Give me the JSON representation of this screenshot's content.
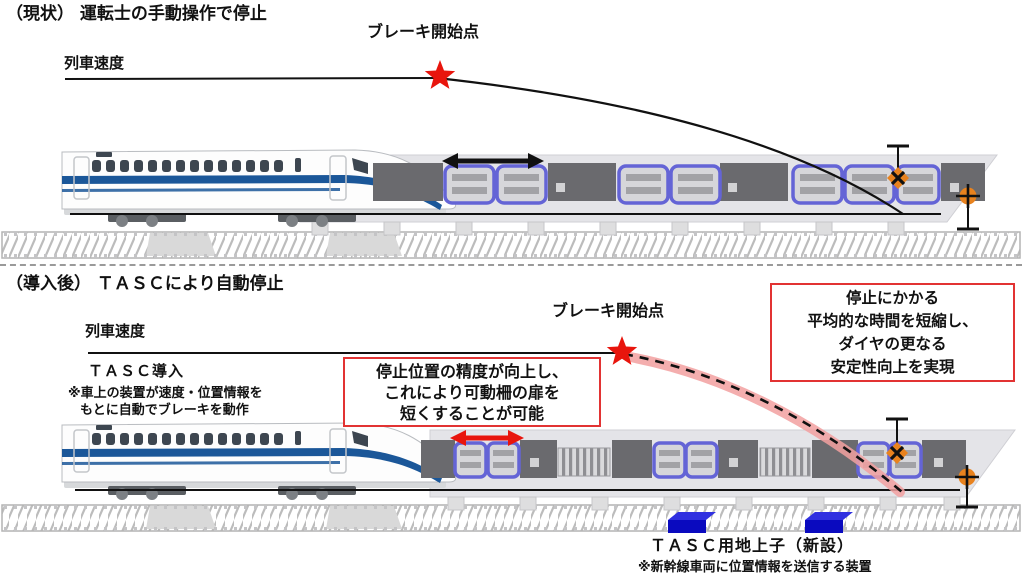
{
  "colors": {
    "red": "#E8150D",
    "box_red": "#E23333",
    "door_blue": "#6464D6",
    "orange": "#E8821E",
    "pink": "#F2A0A0",
    "navy": "#1B5799",
    "unit_top": "#3030E0",
    "unit_front": "#0A0ABF"
  },
  "panel_current": {
    "title": "（現状） 運転士の手動操作で停止",
    "speed_label": "列車速度",
    "brake_label": "ブレーキ開始点"
  },
  "panel_tasc": {
    "title": "（導入後） ＴＡＳＣにより自動停止",
    "speed_label": "列車速度",
    "brake_label": "ブレーキ開始点",
    "tasc_intro": "ＴＡＳＣ導入",
    "tasc_note_line1": "※車上の装置が速度・位置情報を",
    "tasc_note_line2": "もとに自動でブレーキを動作",
    "box_accuracy": {
      "line1": "停止位置の精度が向上し、",
      "line2": "これにより可動柵の扉を",
      "line3": "短くすることが可能"
    },
    "box_schedule": {
      "line1": "停止にかかる",
      "line2": "平均的な時間を短縮し、",
      "line3": "ダイヤの更なる",
      "line4": "安定性向上を実現"
    },
    "ground_unit_label": "ＴＡＳＣ用地上子（新設）",
    "ground_unit_note": "※新幹線車両に位置情報を送信する装置"
  }
}
